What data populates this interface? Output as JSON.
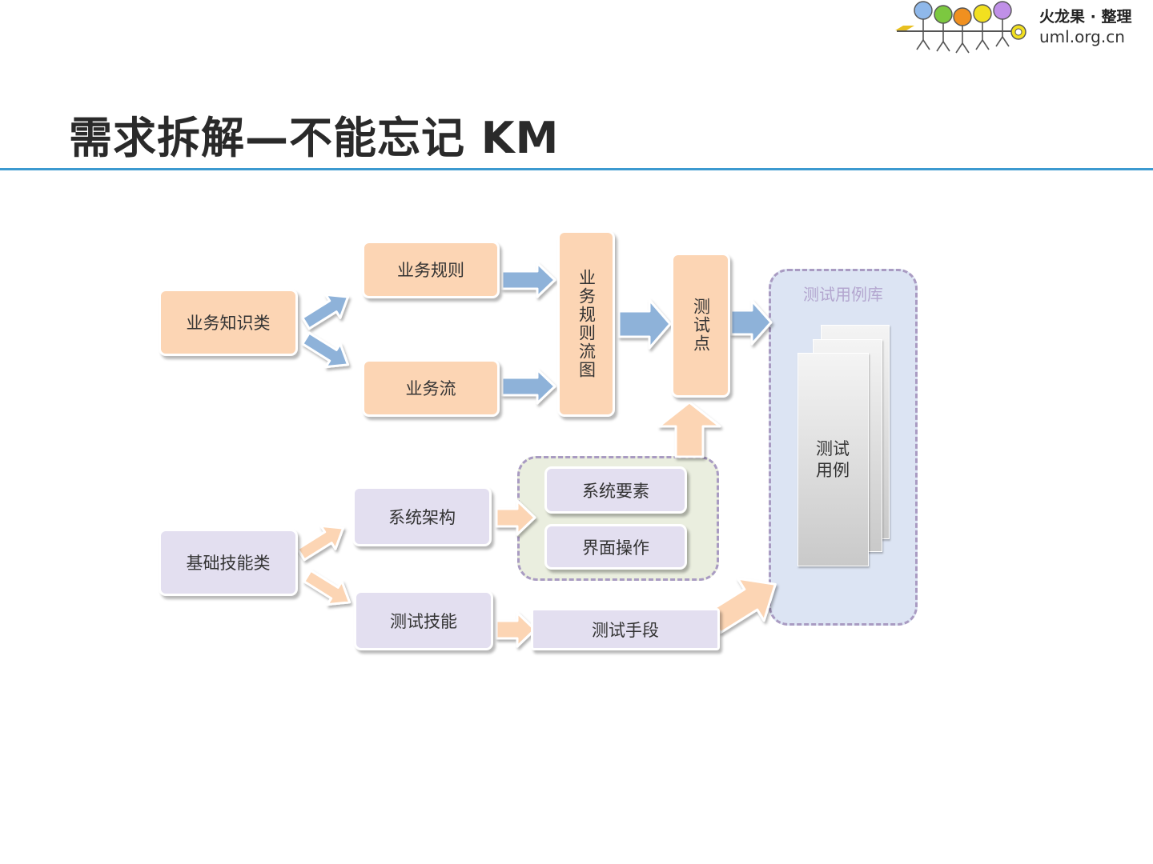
{
  "header": {
    "title": "需求拆解—不能忘记 KM",
    "logo": {
      "brand": "火龙果 · 整理",
      "site": "uml.org.cn"
    }
  },
  "diagram": {
    "knowledge": {
      "business": "业务知识类",
      "rules": "业务规则",
      "flow": "业务流",
      "rule_flowchart": "业务规则流图",
      "test_point": "测试点"
    },
    "skills": {
      "basic": "基础技能类",
      "architecture": "系统架构",
      "testing_skill": "测试技能",
      "system_elements": "系统要素",
      "ui_operations": "界面操作",
      "testing_means": "测试手段"
    },
    "library": {
      "label": "测试用例库",
      "test_case": "测试用例"
    }
  },
  "colors": {
    "orange_box": "#fcd5b4",
    "lavender_box": "#e3dff0",
    "blue_arrow": "#8eb2d9",
    "peach_arrow": "#fcd5b4",
    "library_bg": "#dce4f3",
    "group_bg": "#eaeedf",
    "rule": "#3c9ad0"
  }
}
